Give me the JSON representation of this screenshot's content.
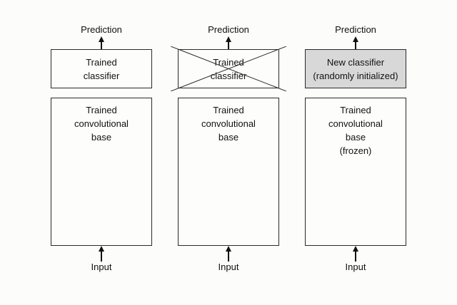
{
  "colors": {
    "background": "#fcfcfa",
    "box_border": "#2a2a2a",
    "box_fill": "#fdfdfb",
    "shaded_fill": "#d8d8d8",
    "text": "#111111"
  },
  "columns": [
    {
      "prediction": "Prediction",
      "classifier": "Trained\nclassifier",
      "base": "Trained\nconvolutional\nbase",
      "input": "Input"
    },
    {
      "prediction": "Prediction",
      "classifier": "Trained\nclassifier",
      "base": "Trained\nconvolutional\nbase",
      "input": "Input"
    },
    {
      "prediction": "Prediction",
      "classifier": "New classifier\n(randomly initialized)",
      "base": "Trained\nconvolutional\nbase\n(frozen)",
      "input": "Input"
    }
  ]
}
